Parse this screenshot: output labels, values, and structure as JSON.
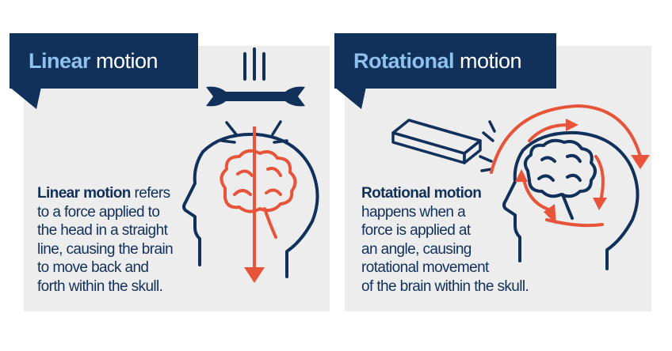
{
  "panels": [
    {
      "id": "linear",
      "heading_highlight": "Linear",
      "heading_rest": " motion",
      "desc_bold": "Linear motion",
      "desc_lines": [
        "refers",
        "to a force applied to",
        "the head in a straight",
        "line, causing the brain",
        "to move back and",
        "forth within the skull."
      ],
      "icons": [
        "wrench-icon",
        "head-brain-icon",
        "downward-arrow-icon"
      ]
    },
    {
      "id": "rotational",
      "heading_highlight": "Rotational",
      "heading_rest": " motion",
      "desc_bold": "Rotational motion",
      "desc_lines": [
        "happens when a",
        "force is applied at",
        "an angle, causing",
        "rotational movement",
        "of the brain within the skull."
      ],
      "icons": [
        "wooden-plank-icon",
        "head-brain-icon",
        "rotation-arrows-icon"
      ]
    }
  ],
  "colors": {
    "navy": "#11305a",
    "light_blue": "#8ec1ee",
    "orange": "#e8543a",
    "panel_bg": "#ededed"
  }
}
